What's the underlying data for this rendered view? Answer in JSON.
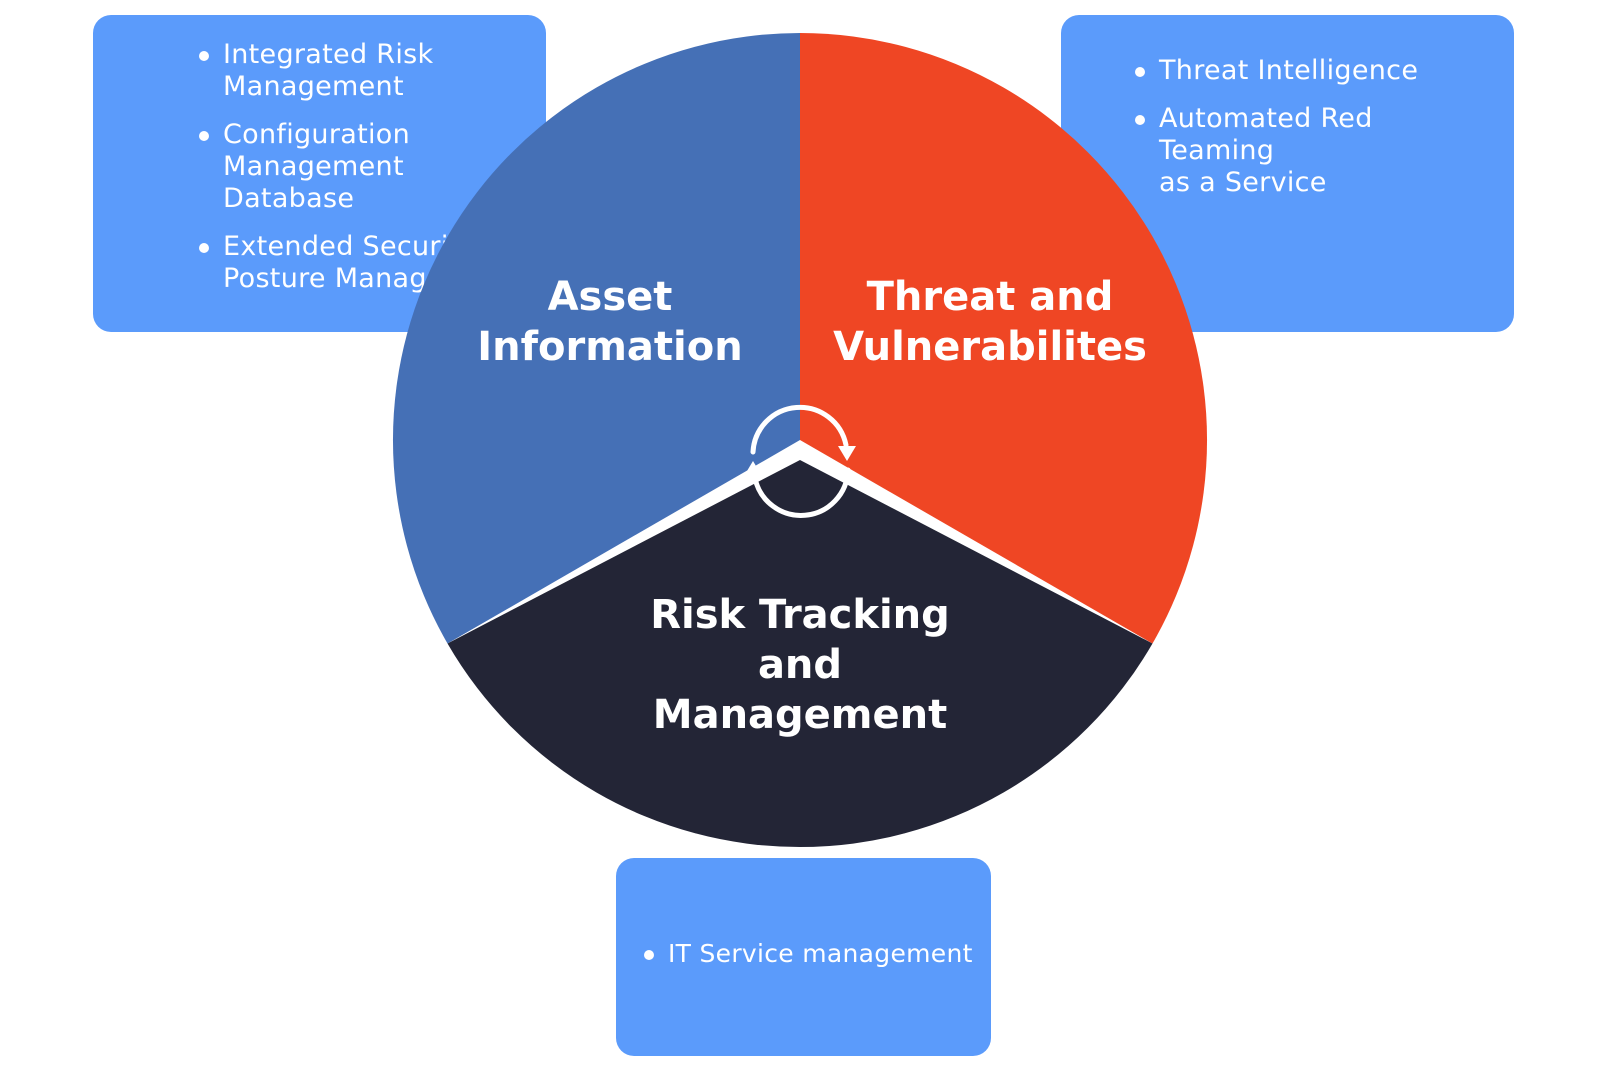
{
  "diagram": {
    "segments": [
      {
        "id": "asset",
        "label": "Asset\nInformation",
        "color": "#4570b6"
      },
      {
        "id": "threat",
        "label": "Threat and\nVulnerabilites",
        "color": "#ef4624"
      },
      {
        "id": "risk",
        "label": "Risk Tracking\nand\nManagement",
        "color": "#232536"
      }
    ],
    "center_icon": "cycle-arrows-icon",
    "box_color": "#5b9bfb"
  },
  "boxes": {
    "asset": {
      "items": [
        "Integrated Risk\nManagement",
        "Configuration\nManagement Database",
        "Extended Security\nPosture Management"
      ]
    },
    "threat": {
      "items": [
        "Threat Intelligence",
        "Automated Red Teaming\nas a Service"
      ]
    },
    "risk": {
      "items": [
        "IT Service management"
      ]
    }
  }
}
